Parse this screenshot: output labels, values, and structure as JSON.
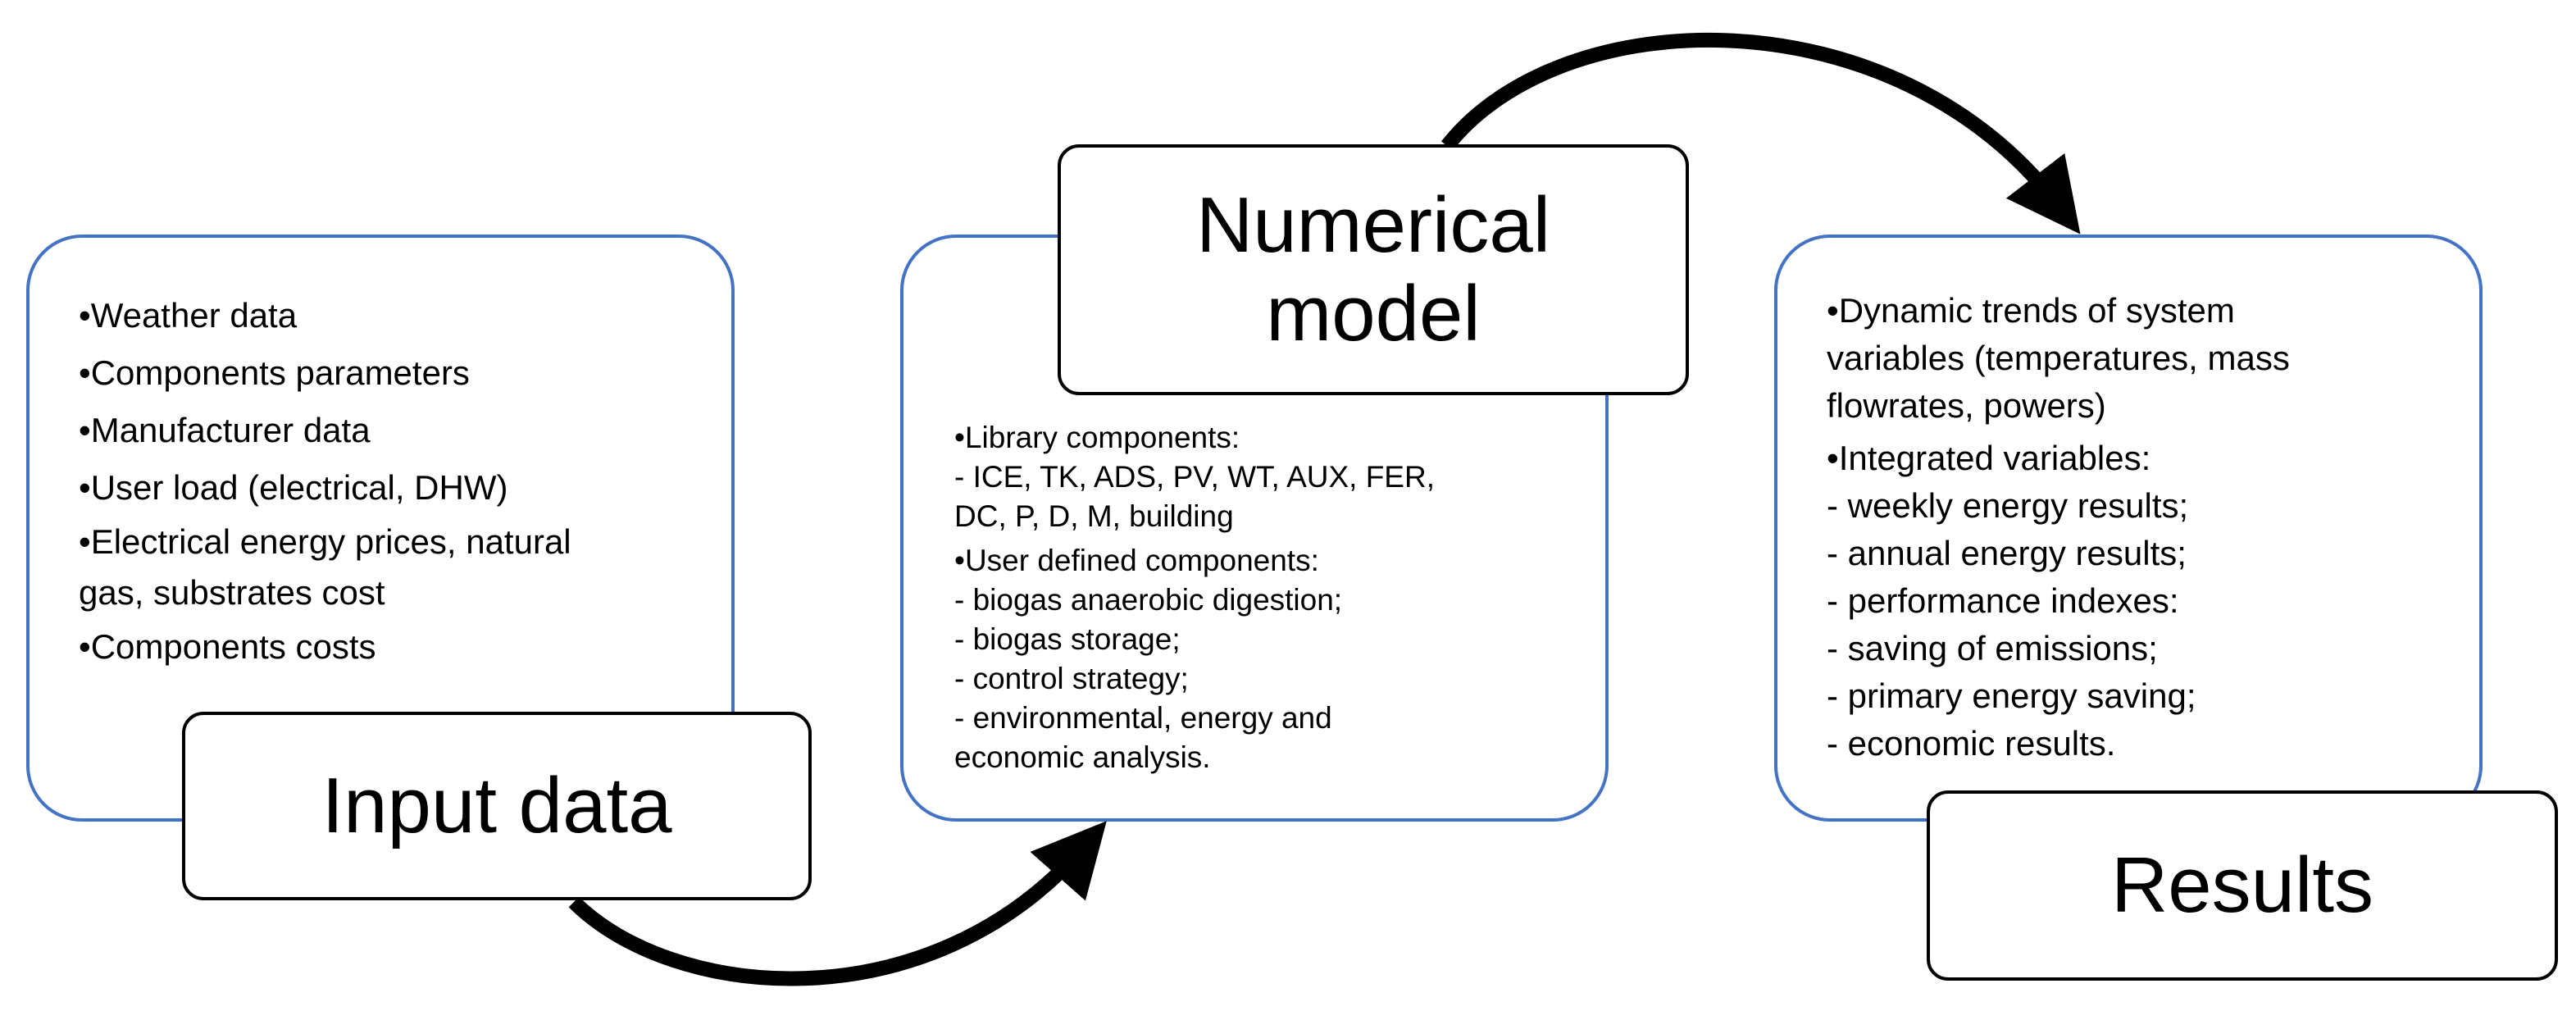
{
  "panels": {
    "input": {
      "items": [
        {
          "lines": [
            "•Weather data"
          ]
        },
        {
          "lines": [
            "•Components parameters"
          ]
        },
        {
          "lines": [
            "•Manufacturer data"
          ]
        },
        {
          "lines": [
            "•User load (electrical, DHW)"
          ]
        },
        {
          "lines": [
            "•Electrical energy prices, natural",
            "gas, substrates cost"
          ]
        },
        {
          "lines": [
            "•Components costs"
          ]
        }
      ],
      "label": "Input data"
    },
    "model": {
      "label_line1": "Numerical",
      "label_line2": "model",
      "items": [
        {
          "lines": [
            "•Library components:",
            " - ICE, TK, ADS, PV, WT, AUX, FER,",
            " DC, P, D, M, building"
          ]
        },
        {
          "lines": [
            "•User defined components:",
            " - biogas anaerobic digestion;",
            " - biogas storage;",
            " - control strategy;",
            " - environmental, energy and",
            " economic analysis."
          ]
        }
      ]
    },
    "results": {
      "label": "Results",
      "items": [
        {
          "lines": [
            "•Dynamic trends of system",
            "variables (temperatures, mass",
            "flowrates, powers)"
          ]
        },
        {
          "lines": [
            "•Integrated variables:",
            " - weekly energy results;",
            " - annual energy results;",
            " - performance indexes:",
            "   - saving of emissions;",
            "   - primary energy saving;",
            "   - economic results."
          ]
        }
      ]
    }
  },
  "colors": {
    "panel_border": "#4472c4",
    "label_border": "#000000",
    "arrow": "#000000",
    "background": "#ffffff"
  }
}
